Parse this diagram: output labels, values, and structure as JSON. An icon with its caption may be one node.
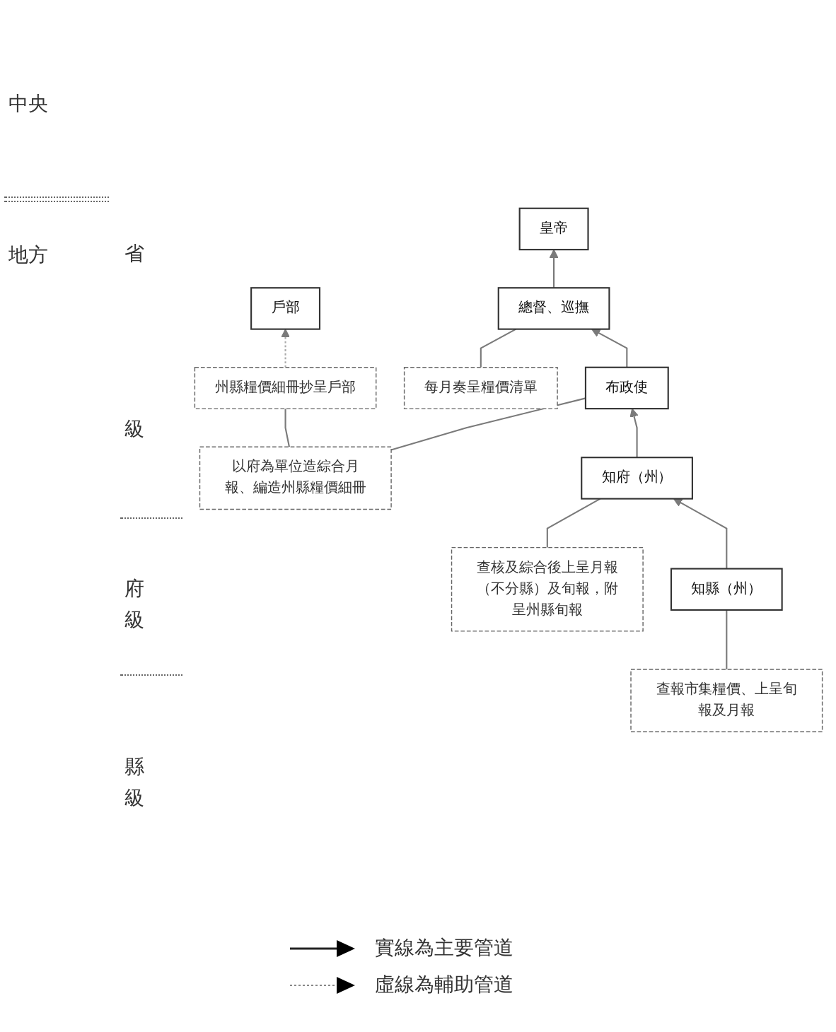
{
  "diagram": {
    "nodes": [
      {
        "text": [
          "皇帝"
        ]
      },
      {
        "text": [
          "戶部"
        ]
      },
      {
        "text": [
          "總督、巡撫"
        ]
      },
      {
        "text": [
          "每月奏呈糧價清單"
        ]
      },
      {
        "text": [
          "布政使"
        ]
      },
      {
        "text": [
          "以府為單位造綜合月報、編造州縣糧價細冊"
        ]
      },
      {
        "text": [
          "州縣糧價細冊抄呈戶部"
        ]
      },
      {
        "text": [
          "知府（州）"
        ]
      },
      {
        "text": [
          "查核及綜合後上呈月報（不分縣）及旬報，附呈州縣旬報"
        ]
      },
      {
        "text": [
          "知縣（州）"
        ]
      },
      {
        "text": [
          "查報市集糧價、上呈旬報及月報"
        ]
      }
    ],
    "edges": [
      {
        "from": 2,
        "to": 0,
        "arrow": "to"
      },
      {
        "from": 6,
        "to": 1,
        "arrow": "to",
        "style": "dashed",
        "color": "#aaaaaa"
      },
      {
        "from": 3,
        "to": 2,
        "arrow": "none"
      },
      {
        "from": 4,
        "to": 2,
        "arrow": "to"
      },
      {
        "from": 5,
        "to": 4,
        "arrow": "none"
      },
      {
        "from": 5,
        "to": 6,
        "arrow": "none"
      },
      {
        "from": 7,
        "to": 4,
        "arrow": "to"
      },
      {
        "from": 8,
        "to": 7,
        "arrow": "none"
      },
      {
        "from": 9,
        "to": 7,
        "arrow": "to"
      },
      {
        "from": 10,
        "to": 9,
        "arrow": "none"
      }
    ],
    "labels": [
      "中央",
      "地方",
      "省",
      "級",
      "府級",
      "縣級"
    ],
    "legend": [
      {
        "text": "實線為主要管道"
      },
      {
        "text": "虛線為輔助管道"
      }
    ]
  }
}
